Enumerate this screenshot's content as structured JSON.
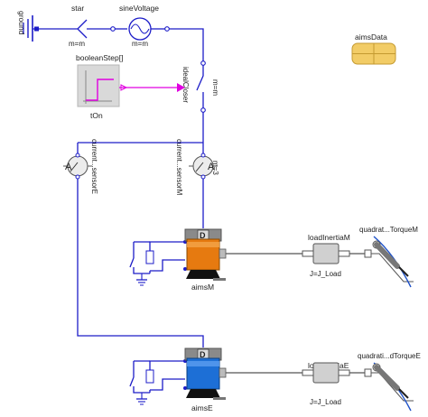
{
  "labels": {
    "ground": "ground",
    "star": "star",
    "sine_voltage": "sineVoltage",
    "star_param": "m=m",
    "sine_param": "m=m",
    "boolean_step": "booleanStep[]",
    "t_on": "tOn",
    "ideal_closer": "idealCloser",
    "ideal_closer_param": "m=m",
    "current_sensor_e": "current...sensorE",
    "current_sensor_m": "current...sensorM",
    "sensor_m_param": "m=3",
    "aims_data": "aimsData",
    "aims_m": "aimsM",
    "aims_e": "aimsE",
    "load_inertia_m": "loadInertiaM",
    "load_inertia_e": "loadInertiaE",
    "j_load_m": "J=J_Load",
    "j_load_e": "J=J_Load",
    "torque_m": "quadrat...TorqueM",
    "torque_e": "quadrati...dTorqueE",
    "sensor_letter": "A",
    "motor_letter": "D"
  },
  "colors": {
    "electric_wire": "#1c1cc8",
    "signal_wire": "#e000e0",
    "mech_wire": "#555555",
    "motor_m": "#e67a10",
    "motor_e": "#1d6fd6",
    "record": "#f2cc66"
  },
  "icons": {
    "ground": "ground-icon",
    "star": "star-point-icon",
    "sine": "sine-voltage-icon",
    "step": "boolean-step-icon",
    "switch": "ideal-closer-icon",
    "sensor": "current-sensor-icon",
    "record": "record-icon",
    "motor": "induction-machine-icon",
    "inertia": "inertia-icon",
    "torque": "quadratic-torque-icon"
  }
}
